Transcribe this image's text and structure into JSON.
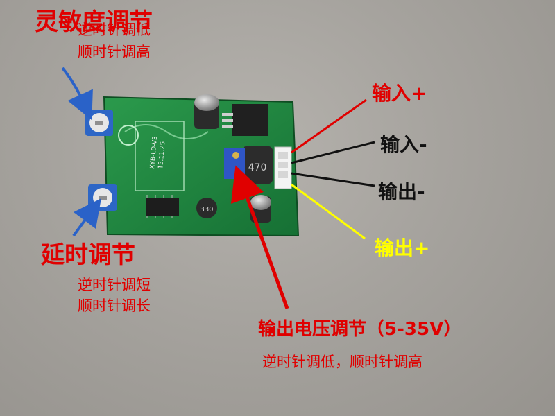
{
  "labels": {
    "sensitivity": "灵敏度调节",
    "sensitivity_ccw": "逆时针调低",
    "sensitivity_cw": "顺时针调高",
    "delay": "延时调节",
    "delay_ccw": "逆时针调短",
    "delay_cw": "顺时针调长",
    "input_plus": "输入+",
    "input_minus": "输入-",
    "output_minus": "输出-",
    "output_plus": "输出+",
    "voltage_title": "输出电压调节（5-35V）",
    "voltage_note": "逆时针调低，顺时针调高"
  },
  "board_markings": {
    "inductor": "470",
    "chip": "XYB-LD-V3",
    "date": "15.11.25",
    "small_inductor": "330"
  },
  "colors": {
    "annotation_red": "#e00000",
    "wire_black": "#111111",
    "wire_yellow": "#ffff00",
    "pcb_green": "#1f7a3a"
  }
}
